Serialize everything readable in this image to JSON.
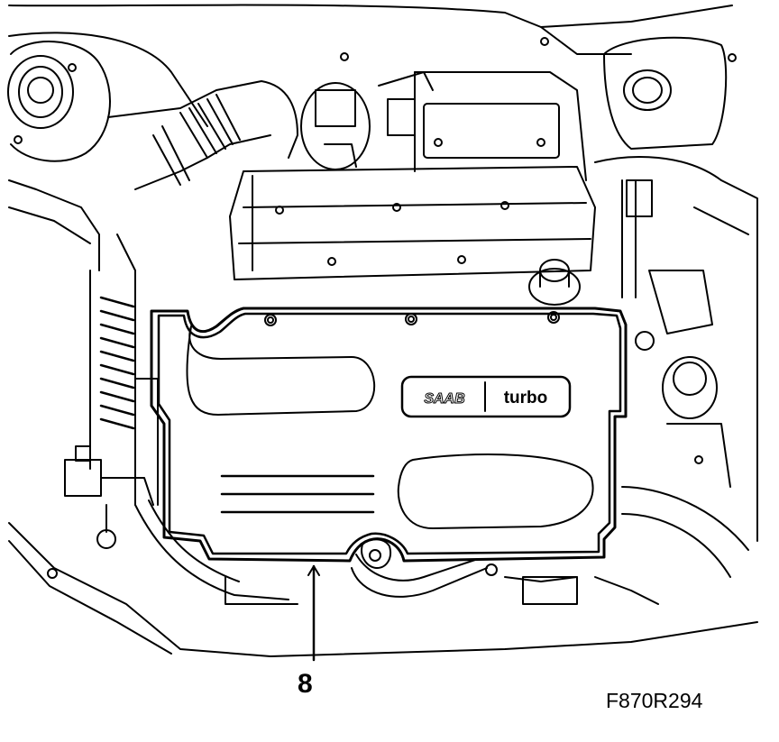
{
  "diagram": {
    "callouts": [
      {
        "number": "8",
        "target": "engine-cover-lower-edge"
      }
    ],
    "figure_code": "F870R294",
    "cover_badge": {
      "brand": "SAAB",
      "model": "turbo"
    },
    "colors": {
      "line": "#000000",
      "background": "#ffffff"
    }
  }
}
